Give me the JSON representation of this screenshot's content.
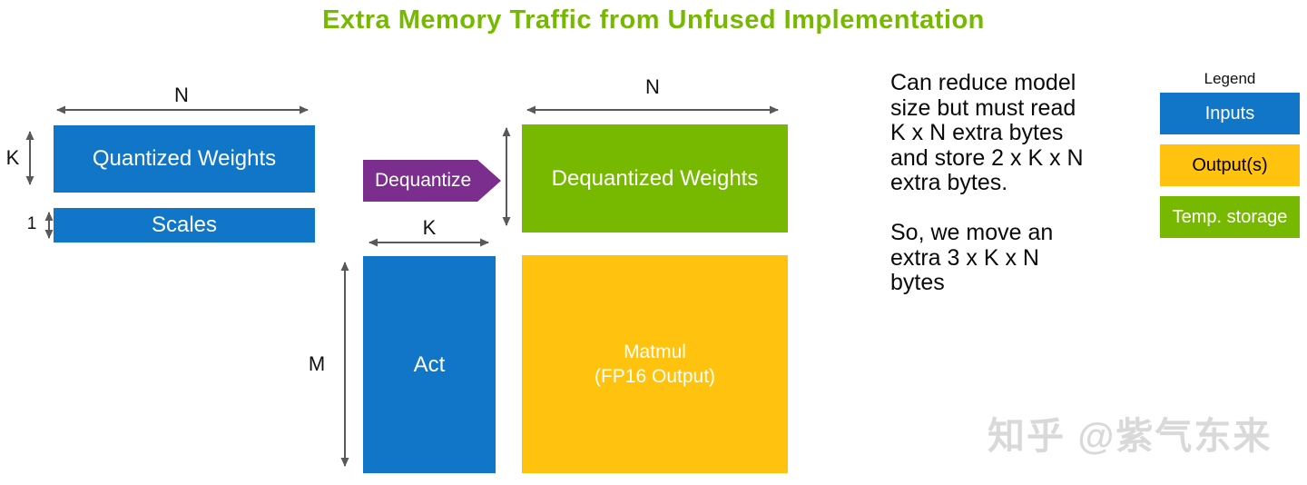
{
  "title": "Extra Memory Traffic from Unfused Implementation",
  "colors": {
    "input_blue": "#1176C8",
    "temp_green": "#76B900",
    "output_yellow": "#FFC20E",
    "dequantize_purple": "#7C2E8E",
    "title_green": "#76B900",
    "dimension_arrow_gray": "#595959"
  },
  "diagram": {
    "quantized_weights_label": "Quantized Weights",
    "scales_label": "Scales",
    "dequantize_label": "Dequantize",
    "dequantized_weights_label": "Dequantized Weights",
    "act_label": "Act",
    "matmul_label": "Matmul\n(FP16 Output)",
    "dims": {
      "n_left": "N",
      "k_left": "K",
      "scales_height": "1",
      "k_mid": "K",
      "n_right": "N",
      "m": "M"
    }
  },
  "note": {
    "text": "Can reduce model\nsize but must read\nK x N extra bytes\nand store 2 x K x N\nextra bytes.\n\nSo, we move an\nextra 3 x K x N\nbytes"
  },
  "legend": {
    "title": "Legend",
    "items": [
      {
        "label": "Inputs",
        "color": "#1176C8",
        "text_color": "#FFFFFF"
      },
      {
        "label": "Output(s)",
        "color": "#FFC20E",
        "text_color": "#000000"
      },
      {
        "label": "Temp. storage",
        "color": "#76B900",
        "text_color": "#FFFFFF"
      }
    ]
  },
  "watermark": {
    "text": "知乎 @紫气东来"
  }
}
